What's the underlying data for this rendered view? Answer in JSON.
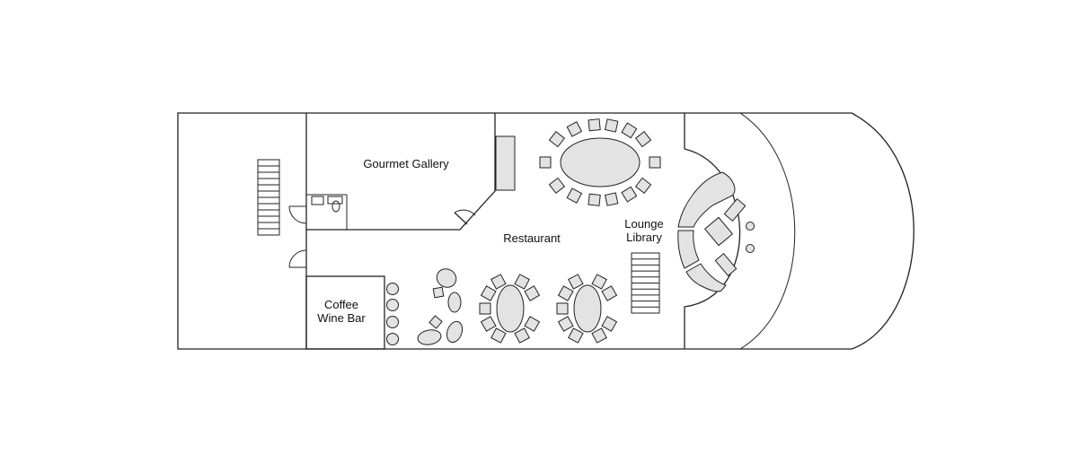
{
  "rooms": {
    "gourmet_gallery": "Gourmet Gallery",
    "restaurant": "Restaurant",
    "lounge_line1": "Lounge",
    "lounge_line2": "Library",
    "coffee_line1": "Coffee",
    "coffee_line2": "Wine Bar"
  },
  "colors": {
    "wall": "#222222",
    "furniture_fill": "#e3e3e3",
    "background": "#ffffff"
  }
}
